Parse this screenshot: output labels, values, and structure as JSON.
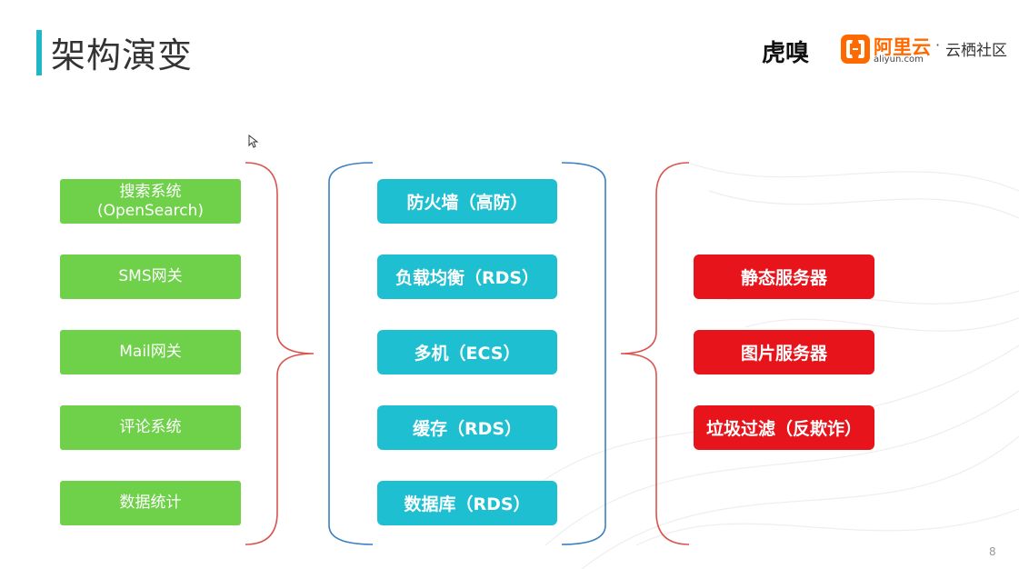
{
  "slide": {
    "title": "架构演变",
    "page_number": "8"
  },
  "logos": {
    "huxiu": "虎嗅",
    "aliyun_name": "阿里云",
    "aliyun_url": "aliyun.com",
    "separator": "·",
    "community": "云栖社区"
  },
  "left_column": [
    {
      "label": "搜索系统\n(OpenSearch)"
    },
    {
      "label": "SMS网关"
    },
    {
      "label": "Mail网关"
    },
    {
      "label": "评论系统"
    },
    {
      "label": "数据统计"
    }
  ],
  "middle_column": [
    {
      "label": "防火墙（高防）"
    },
    {
      "label": "负载均衡（RDS）"
    },
    {
      "label": "多机（ECS）"
    },
    {
      "label": "缓存（RDS）"
    },
    {
      "label": "数据库（RDS）"
    }
  ],
  "right_column": [
    {
      "label": "静态服务器"
    },
    {
      "label": "图片服务器"
    },
    {
      "label": "垃圾过滤（反欺诈）"
    }
  ],
  "colors": {
    "accent": "#1fb8c6",
    "green": "#6fd04a",
    "cyan": "#1dbfd0",
    "red": "#e7141b",
    "bracket_red": "#d9534f",
    "bracket_blue": "#3a7fc1"
  }
}
